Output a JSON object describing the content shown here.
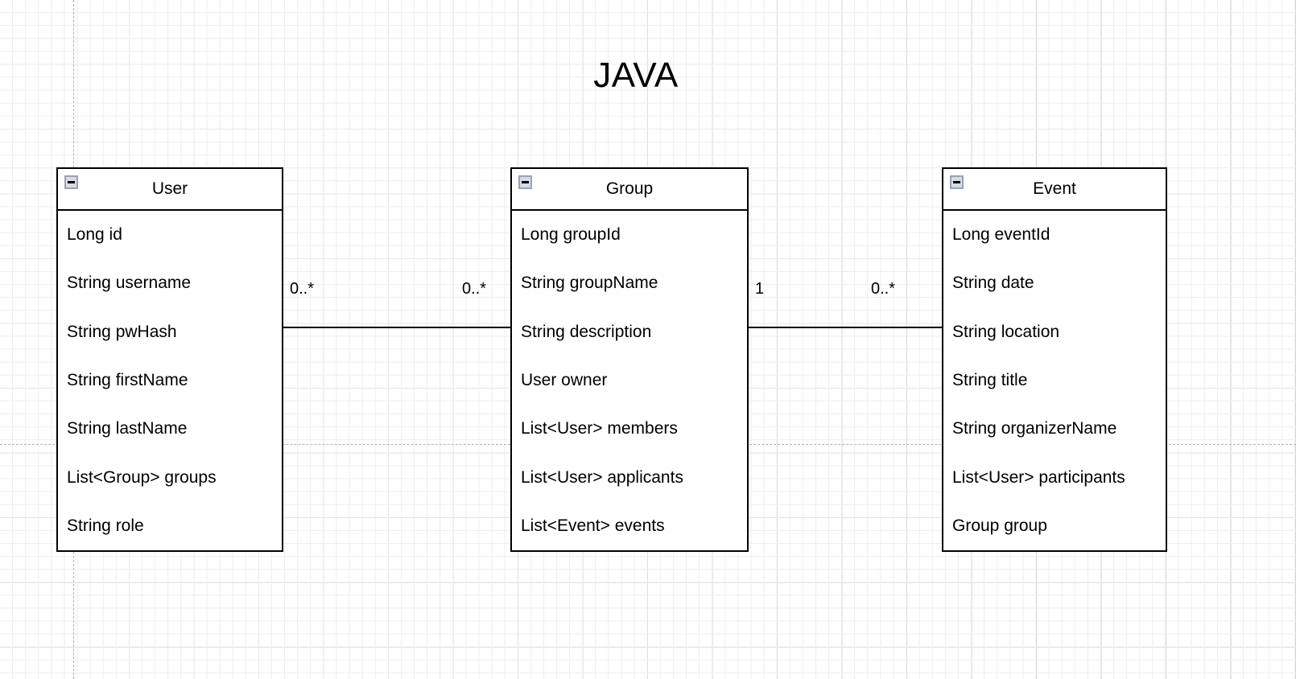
{
  "diagram": {
    "title": "JAVA",
    "collapse_icon_name": "collapse-minus-icon"
  },
  "classes": [
    {
      "name": "User",
      "attributes": [
        "Long id",
        "String username",
        "String pwHash",
        "String firstName",
        "String lastName",
        "List<Group> groups",
        "String role"
      ]
    },
    {
      "name": "Group",
      "attributes": [
        "Long groupId",
        "String groupName",
        "String description",
        "User owner",
        "List<User> members",
        "List<User> applicants",
        "List<Event> events"
      ]
    },
    {
      "name": "Event",
      "attributes": [
        "Long eventId",
        "String date",
        "String location",
        "String title",
        "String organizerName",
        "List<User> participants",
        "Group group"
      ]
    }
  ],
  "associations": [
    {
      "from": "User",
      "to": "Group",
      "source_multiplicity": "0..*",
      "target_multiplicity": "0..*"
    },
    {
      "from": "Group",
      "to": "Event",
      "source_multiplicity": "1",
      "target_multiplicity": "0..*"
    }
  ],
  "colors": {
    "box_border": "#000000",
    "box_fill": "#ffffff",
    "grid_minor": "#ededed",
    "grid_major": "#c8c8c8",
    "guide_dash": "#b0b0b0",
    "icon_border": "#9aa2b4",
    "icon_fill": "#d7dbe4"
  }
}
